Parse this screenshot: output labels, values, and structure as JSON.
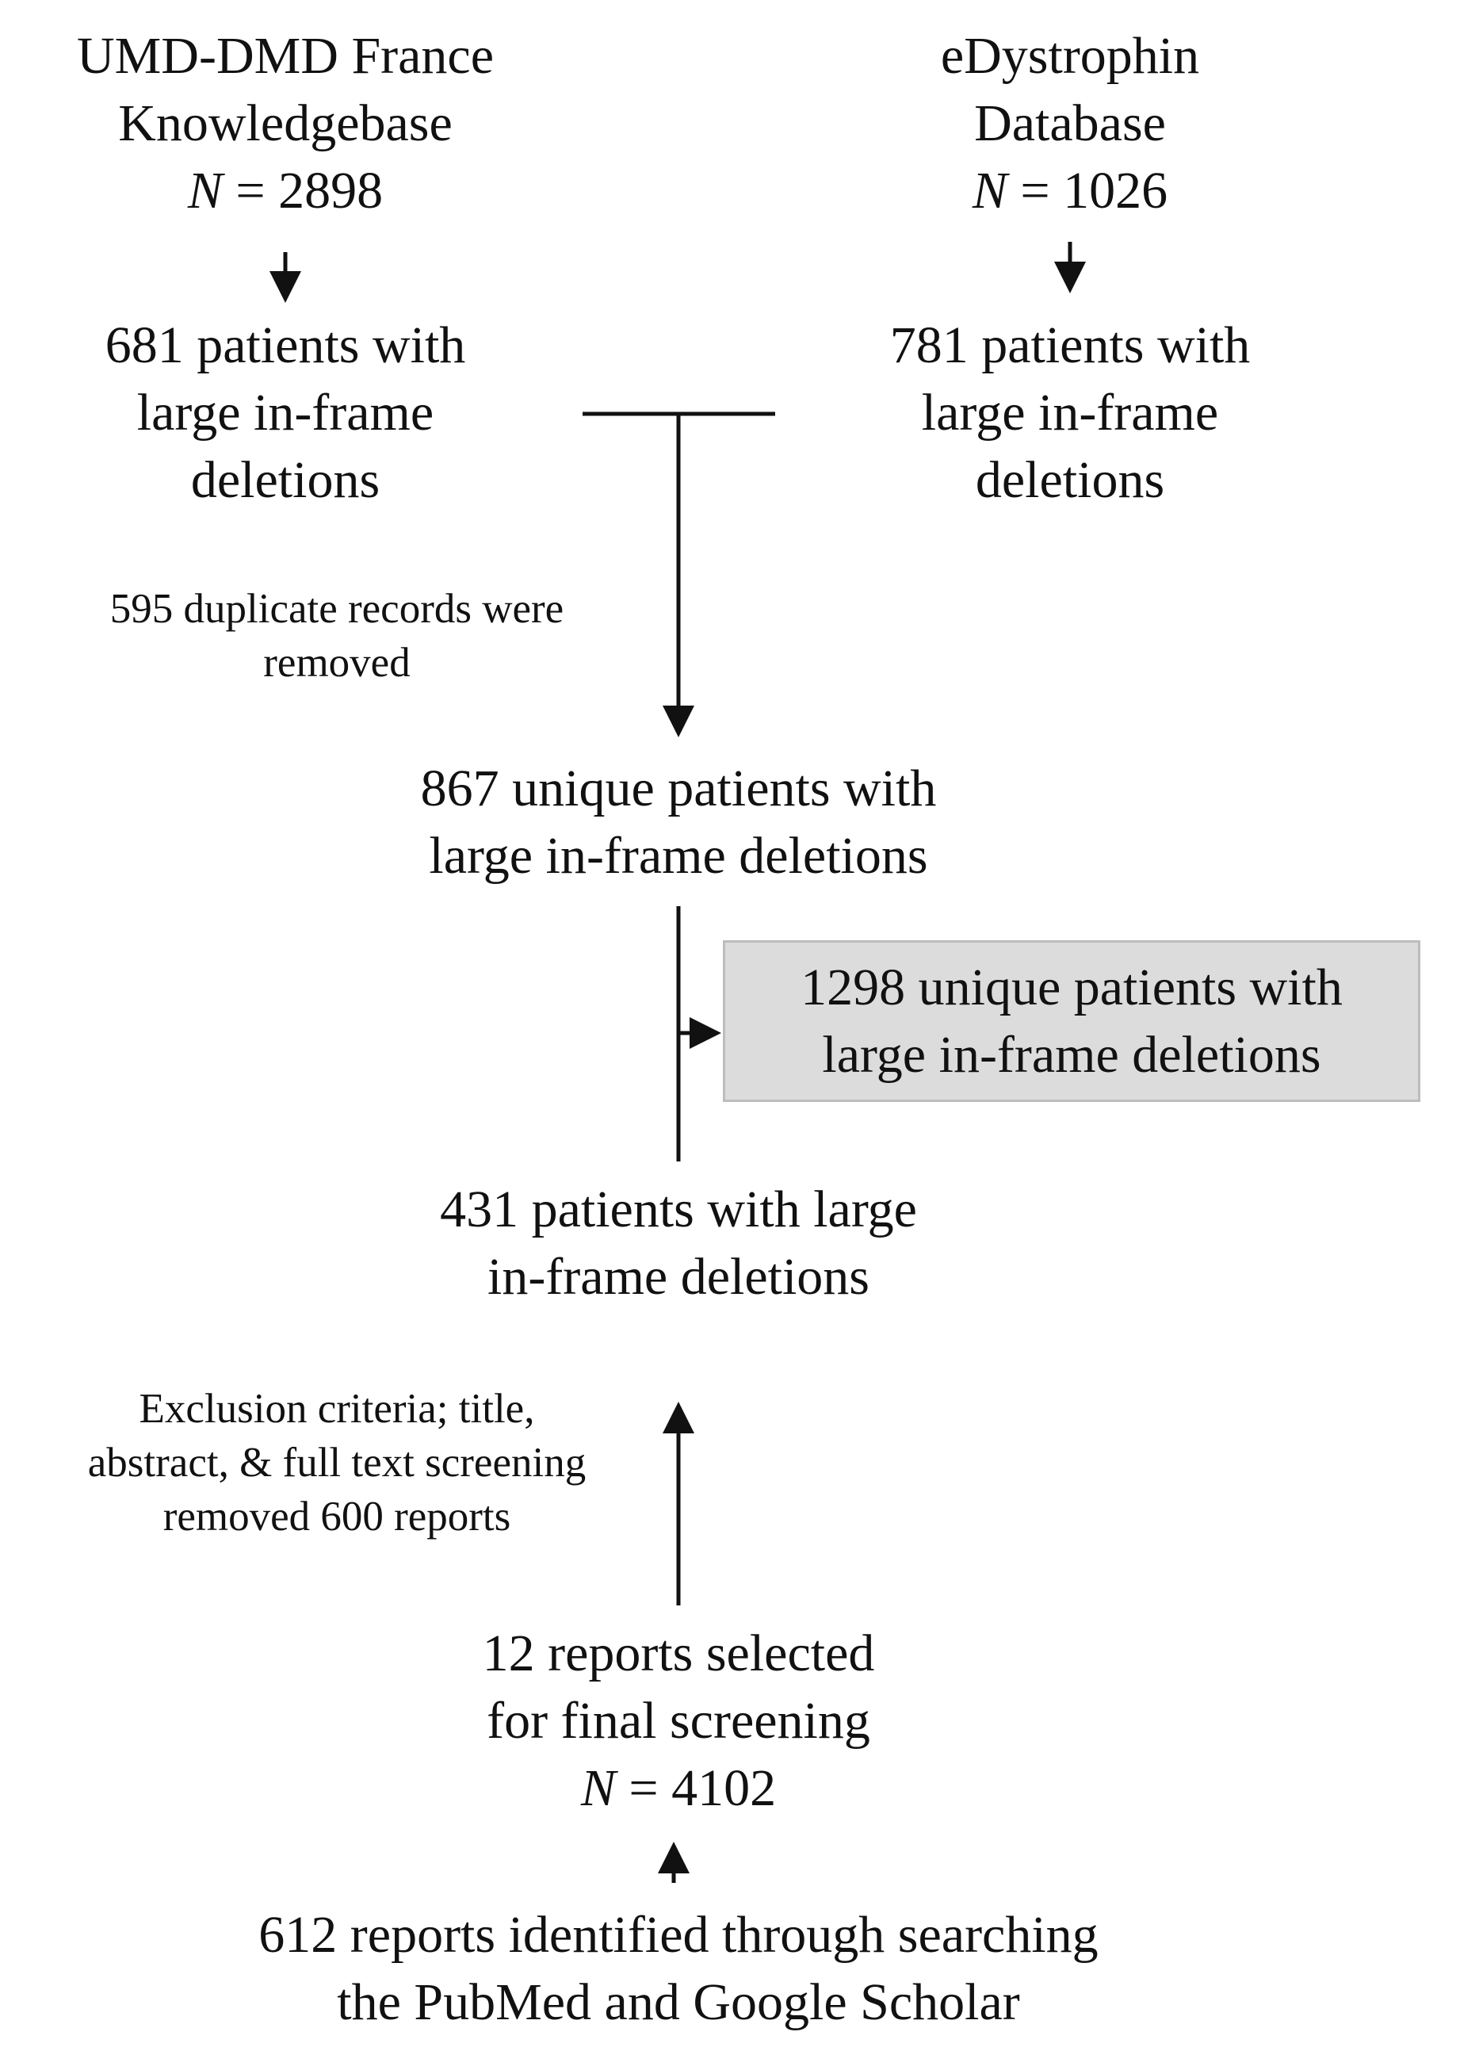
{
  "nodes": {
    "umd": {
      "line1": "UMD-DMD France",
      "line2": "Knowledgebase",
      "n_label": "N",
      "n_value": " = 2898"
    },
    "edys": {
      "line1": "eDystrophin",
      "line2": "Database",
      "n_label": "N",
      "n_value": " = 1026"
    },
    "umd_deletions": {
      "line1": "681 patients with",
      "line2": "large in-frame",
      "line3": "deletions"
    },
    "edys_deletions": {
      "line1": "781 patients with",
      "line2": "large in-frame",
      "line3": "deletions"
    },
    "unique867": {
      "line1": "867 unique patients with",
      "line2": "large in-frame deletions"
    },
    "unique1298": {
      "line1": "1298 unique patients with",
      "line2": "large in-frame deletions"
    },
    "patients431": {
      "line1": "431 patients with large",
      "line2": "in-frame deletions"
    },
    "reports12": {
      "line1": "12 reports selected",
      "line2": "for final screening",
      "n_label": "N",
      "n_value": " = 4102"
    },
    "reports612": {
      "line1": "612 reports identified through searching",
      "line2": "the PubMed and Google Scholar"
    }
  },
  "notes": {
    "duplicates": {
      "line1": "595 duplicate records were",
      "line2": "removed"
    },
    "exclusion": {
      "line1": "Exclusion criteria; title,",
      "line2": "abstract, & full text screening",
      "line3": "removed 600 reports"
    }
  },
  "colors": {
    "highlight_fill": "#dcdcdc",
    "line": "#111111"
  }
}
